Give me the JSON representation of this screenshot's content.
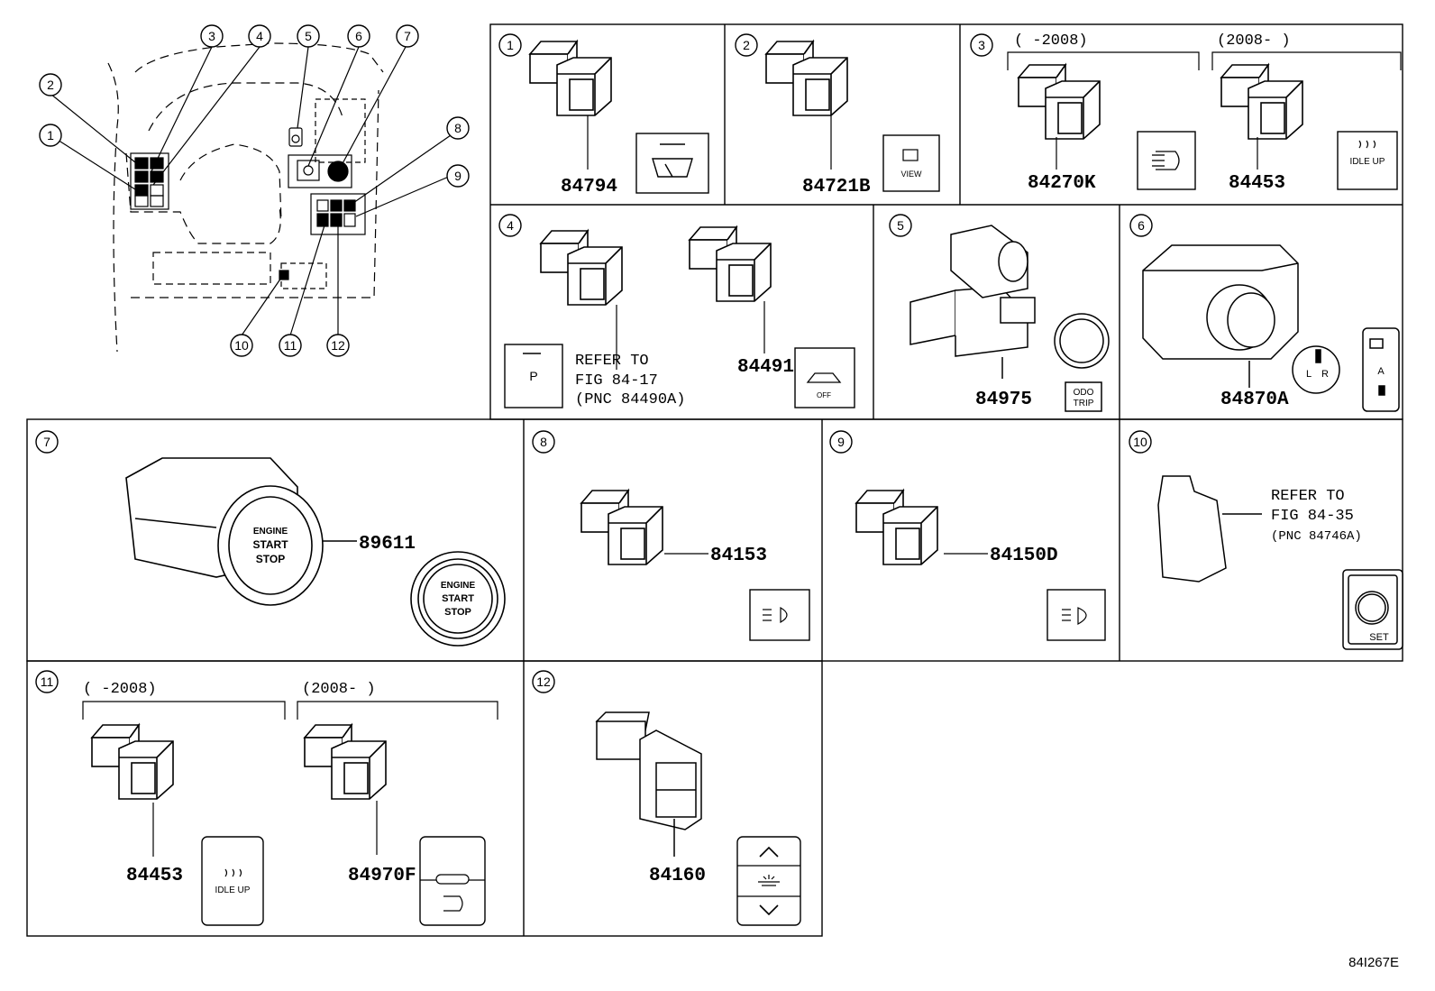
{
  "figure_code": "84I267E",
  "callouts": [
    "1",
    "2",
    "3",
    "4",
    "5",
    "6",
    "7",
    "8",
    "9",
    "10",
    "11",
    "12"
  ],
  "panels": {
    "p1": {
      "num": "1",
      "part": "84794"
    },
    "p2": {
      "num": "2",
      "part": "84721B",
      "icon_text": "VIEW"
    },
    "p3": {
      "num": "3",
      "range_a": "(      -2008)",
      "range_b": "(2008-      )",
      "part_a": "84270K",
      "part_b": "84453",
      "icon_b_text": "IDLE UP"
    },
    "p4": {
      "num": "4",
      "ref_line1": "REFER TO",
      "ref_line2": "FIG 84-17",
      "ref_line3": "(PNC 84490A)",
      "part": "84491",
      "icon_a_text": "P",
      "icon_b_text": "OFF"
    },
    "p5": {
      "num": "5",
      "part": "84975",
      "icon_text_1": "ODO",
      "icon_text_2": "TRIP"
    },
    "p6": {
      "num": "6",
      "part": "84870A",
      "icon_l": "L",
      "icon_r": "R",
      "icon_a": "A"
    },
    "p7": {
      "num": "7",
      "part": "89611",
      "btn_line1": "ENGINE",
      "btn_line2": "START",
      "btn_line3": "STOP"
    },
    "p8": {
      "num": "8",
      "part": "84153"
    },
    "p9": {
      "num": "9",
      "part": "84150D"
    },
    "p10": {
      "num": "10",
      "ref_line1": "REFER TO",
      "ref_line2": "FIG 84-35",
      "ref_line3": "(PNC 84746A)",
      "icon_text": "SET"
    },
    "p11": {
      "num": "11",
      "range_a": "(      -2008)",
      "range_b": "(2008-      )",
      "part_a": "84453",
      "part_b": "84970F",
      "icon_a_text": "IDLE UP"
    },
    "p12": {
      "num": "12",
      "part": "84160"
    }
  }
}
